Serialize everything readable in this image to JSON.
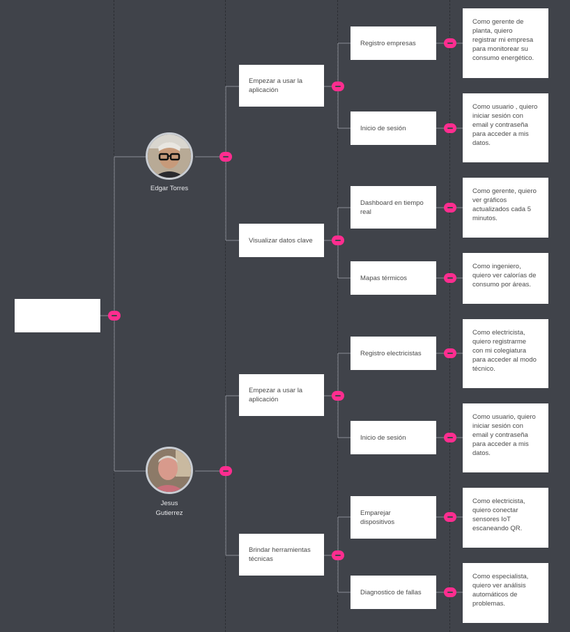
{
  "root": {
    "label": ""
  },
  "personas": [
    {
      "name": "Edgar Torres",
      "avatar_icon": "elderly-man-with-glasses-photo",
      "goals": [
        {
          "label": "Empezar a usar la\naplicación",
          "features": [
            {
              "label": "Registro empresas",
              "story": "Como gerente de\nplanta, quiero\nregistrar mi empresa\npara monitorear su\nconsumo energético."
            },
            {
              "label": "Inicio de sesión",
              "story": "Como usuario , quiero\niniciar sesión con\nemail y contraseña\npara acceder a mis\ndatos."
            }
          ]
        },
        {
          "label": "Visualizar datos clave",
          "features": [
            {
              "label": "Dashboard en tiempo\nreal",
              "story": "Como gerente, quiero\nver gráficos\nactualizados cada 5\nminutos."
            },
            {
              "label": "Mapas térmicos",
              "story": "Como ingeniero,\nquiero ver calorías de\nconsumo por áreas."
            }
          ]
        }
      ]
    },
    {
      "name": "Jesus\nGutierrez",
      "avatar_icon": "man-portrait-photo",
      "goals": [
        {
          "label": "Empezar a usar la\naplicación",
          "features": [
            {
              "label": "Registro electricistas",
              "story": "Como electricista,\nquiero registrarme\ncon mi colegiatura\npara acceder al modo\ntécnico."
            },
            {
              "label": "Inicio de sesión",
              "story": "Como usuario, quiero\niniciar sesión con\nemail y contraseña\npara acceder a mis\ndatos."
            }
          ]
        },
        {
          "label": "Brindar herramientas\ntécnicas",
          "features": [
            {
              "label": "Emparejar\ndispositivos",
              "story": "Como electricista,\nquiero conectar\nsensores IoT\nescaneando QR."
            },
            {
              "label": "Diagnostico de fallas",
              "story": "Como especialista,\nquiero ver análisis\nautomáticos de\nproblemas."
            }
          ]
        }
      ]
    }
  ],
  "colors": {
    "background": "#40434a",
    "connector": "#8a8e96",
    "collapse_toggle": "#ff2d8f",
    "card": "#ffffff"
  }
}
